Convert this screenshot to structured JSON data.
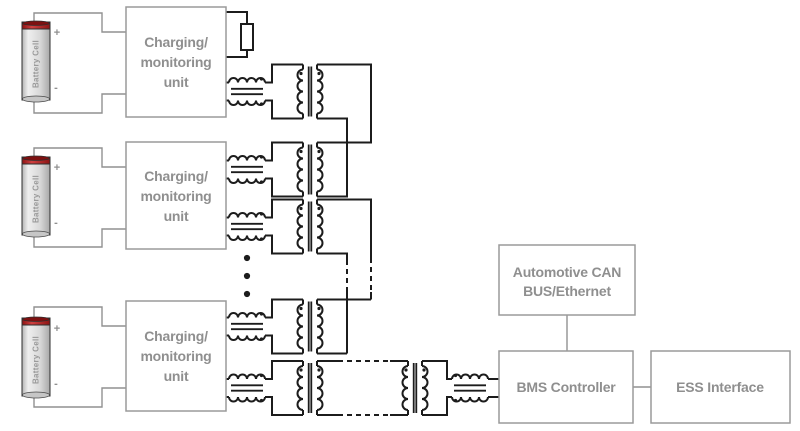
{
  "diagram": {
    "battery": {
      "label": "Battery Cell",
      "plus": "+",
      "minus": "-"
    },
    "charging_unit": {
      "line1": "Charging/",
      "line2": "monitoring",
      "line3": "unit"
    },
    "can_box": {
      "line1": "Automotive CAN",
      "line2": "BUS/Ethernet"
    },
    "bms_box": {
      "label": "BMS Controller"
    },
    "ess_box": {
      "label": "ESS Interface"
    },
    "icons": {
      "coupled_inductor": "coupled-inductor-symbol",
      "isolation_transformer": "transformer-symbol",
      "termination_resistor": "resistor-symbol",
      "battery_cell": "cylindrical-cell-symbol",
      "continuation_dots": "vertical-ellipsis"
    },
    "colors": {
      "wire_gray": "#919191",
      "circuit_black": "#1c1c1c",
      "label_gray": "#8f8f8f",
      "battery_body": "#d9d9d9",
      "battery_cap": "#b32020"
    }
  }
}
